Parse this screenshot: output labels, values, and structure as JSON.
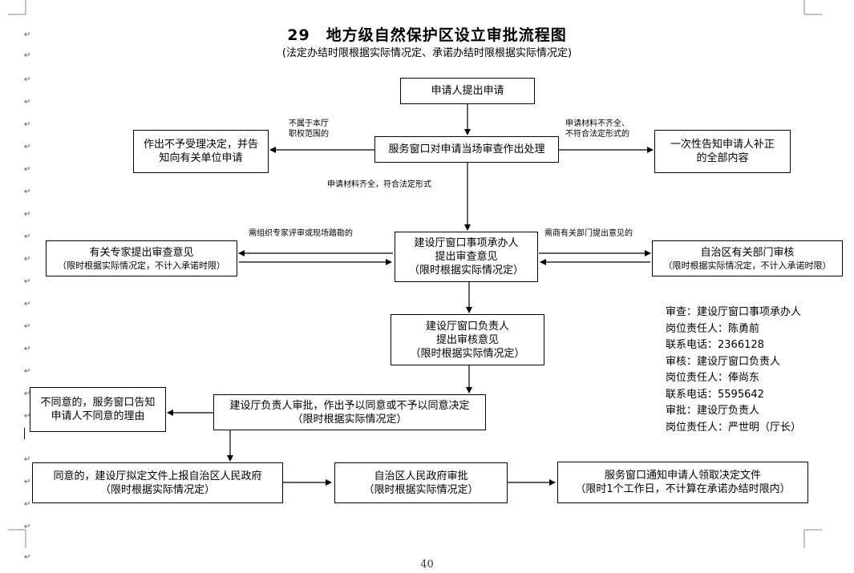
{
  "header": {
    "title": "29　地方级自然保护区设立审批流程图",
    "subtitle": "(法定办结时限根据实际情况定、承诺办结时限根据实际情况定)"
  },
  "boxes": {
    "apply": "申请人提出申请",
    "reject_l1": "作出不予受理决定，并告",
    "reject_l2": "知向有关单位申请",
    "window_check": "服务窗口对申请当场审查作出处理",
    "notify_l1": "一次性告知申请人补正",
    "notify_l2": "的全部内容",
    "expert_l1": "有关专家提出审查意见",
    "expert_l2": "（限时根据实际情况定，不计入承诺时限）",
    "handler_l1": "建设厅窗口事项承办人",
    "handler_l2": "提出审查意见",
    "handler_l3": "（限时根据实际情况定）",
    "region_dept_l1": "自治区有关部门审核",
    "region_dept_l2": "（限时根据实际情况定，不计入承诺时限）",
    "window_head_l1": "建设厅窗口负责人",
    "window_head_l2": "提出审核意见",
    "window_head_l3": "（限时根据实际情况定）",
    "dept_head_l1": "建设厅负责人审批，作出予以同意或不予以同意决定",
    "dept_head_l2": "（限时根据实际情况定）",
    "disagree_l1": "不同意的，服务窗口告知",
    "disagree_l2": "申请人不同意的理由",
    "agree_l1": "同意的，建设厅拟定文件上报自治区人民政府",
    "agree_l2": "（限时根据实际情况定）",
    "gov_l1": "自治区人民政府审批",
    "gov_l2": "（限时根据实际情况定）",
    "final_l1": "服务窗口通知申请人领取决定文件",
    "final_l2": "（限时1个工作日，不计算在承诺办结时限内）"
  },
  "labels": {
    "not_in_scope_l1": "不属于本厅",
    "not_in_scope_l2": "职权范围的",
    "incomplete_l1": "申请材料不齐全、",
    "incomplete_l2": "不符合法定形式的",
    "complete": "申请材料齐全，符合法定形式",
    "need_expert": "需组织专家评审或现场踏勘的",
    "need_dept": "需商有关部门提出意见的"
  },
  "contacts": [
    "审查：建设厅窗口事项承办人",
    "岗位责任人：陈勇前",
    "联系电话：2366128",
    "审核：建设厅窗口负责人",
    "岗位责任人：俸尚东",
    "联系电话：5595642",
    "审批：建设厅负责人",
    "岗位责任人：严世明（厅长）"
  ],
  "page_number": "40",
  "return_mark": "↵"
}
